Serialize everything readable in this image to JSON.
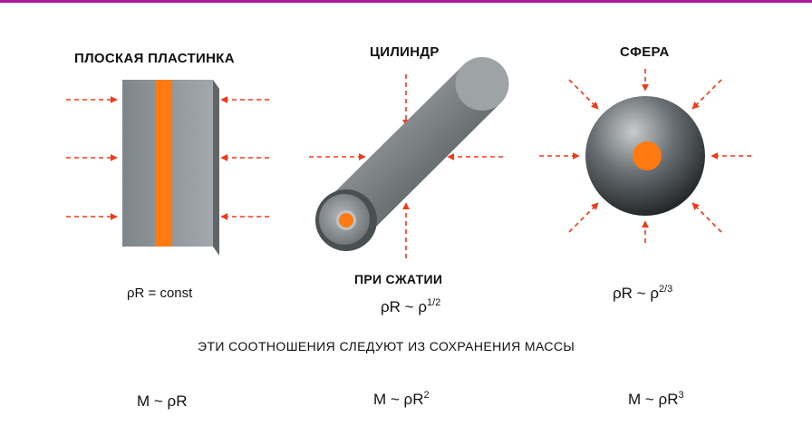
{
  "colors": {
    "accent_bar": "#a8189a",
    "arrow": "#f03a1a",
    "core": "#ff7a10",
    "metal": "#8e9499",
    "sphere": "#5c6266"
  },
  "plate": {
    "title": "ПЛОСКАЯ ПЛАСТИНКА",
    "formula_main": "ρR = const"
  },
  "cylinder": {
    "title": "ЦИЛИНДР",
    "caption": "ПРИ  СЖАТИИ",
    "formula_main": "ρR ~ ρ",
    "formula_exp": "1/2"
  },
  "sphere": {
    "title": "СФЕРА",
    "formula_main": "ρR ~ ρ",
    "formula_exp": "2/3"
  },
  "conservation_note": "ЭТИ СООТНОШЕНИЯ СЛЕДУЮТ ИЗ СОХРАНЕНИЯ МАССЫ",
  "mass_relations": [
    {
      "main": "M ~ ρR",
      "exp": ""
    },
    {
      "main": "M ~ ρR",
      "exp": "2"
    },
    {
      "main": "M ~ ρR",
      "exp": "3"
    }
  ]
}
